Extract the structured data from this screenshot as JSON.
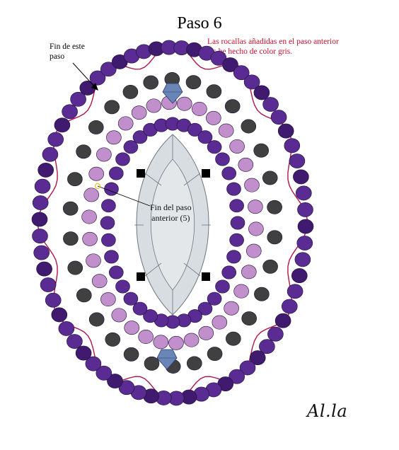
{
  "title": "Paso 6",
  "note": {
    "line1": "Las rocallas añadidas en el paso anterior",
    "line2": "las he hecho de color gris.",
    "color": "#c8102e"
  },
  "label_end": {
    "line1": "Fin de este",
    "line2": "paso"
  },
  "label_prev": {
    "line1": "Fin del paso",
    "line2": "anterior (5)"
  },
  "signature": "Al.la",
  "colors": {
    "purple_dark": "#3f1a6e",
    "purple": "#5a2c93",
    "lilac": "#c08fcc",
    "gray": "#404040",
    "thread": "#b0154a",
    "cabochon": "#d8dde1",
    "crystal": "#6a86b8",
    "square": "#000000"
  }
}
